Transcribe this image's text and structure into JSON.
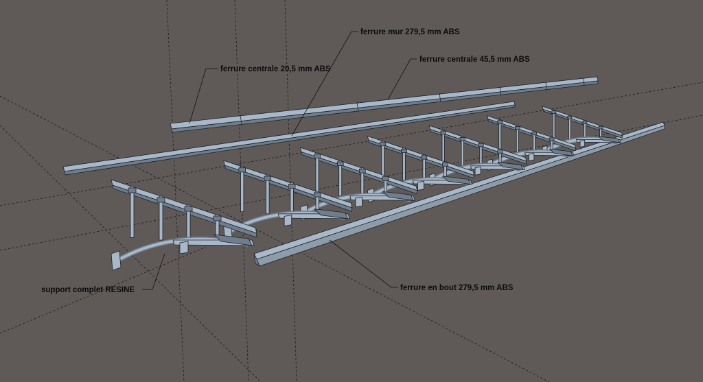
{
  "labels": {
    "ferrure_mur": "ferrure mur 279,5 mm ABS",
    "ferrure_centrale_20": "ferrure centrale  20,5 mm ABS",
    "ferrure_centrale_45": "ferrure centrale  45,5 mm ABS",
    "support_complet": "support complet RESINE",
    "ferrure_bout": "ferrure en bout 279,5 mm ABS"
  },
  "colors": {
    "background": "#5f5a58",
    "part_face": "#a9b8c8",
    "part_shadow": "#6f7d8c",
    "part_outline": "#1d2228",
    "guide_line": "#1a1a1a",
    "leader_line": "#111111"
  },
  "parts": {
    "support_count": 7
  }
}
